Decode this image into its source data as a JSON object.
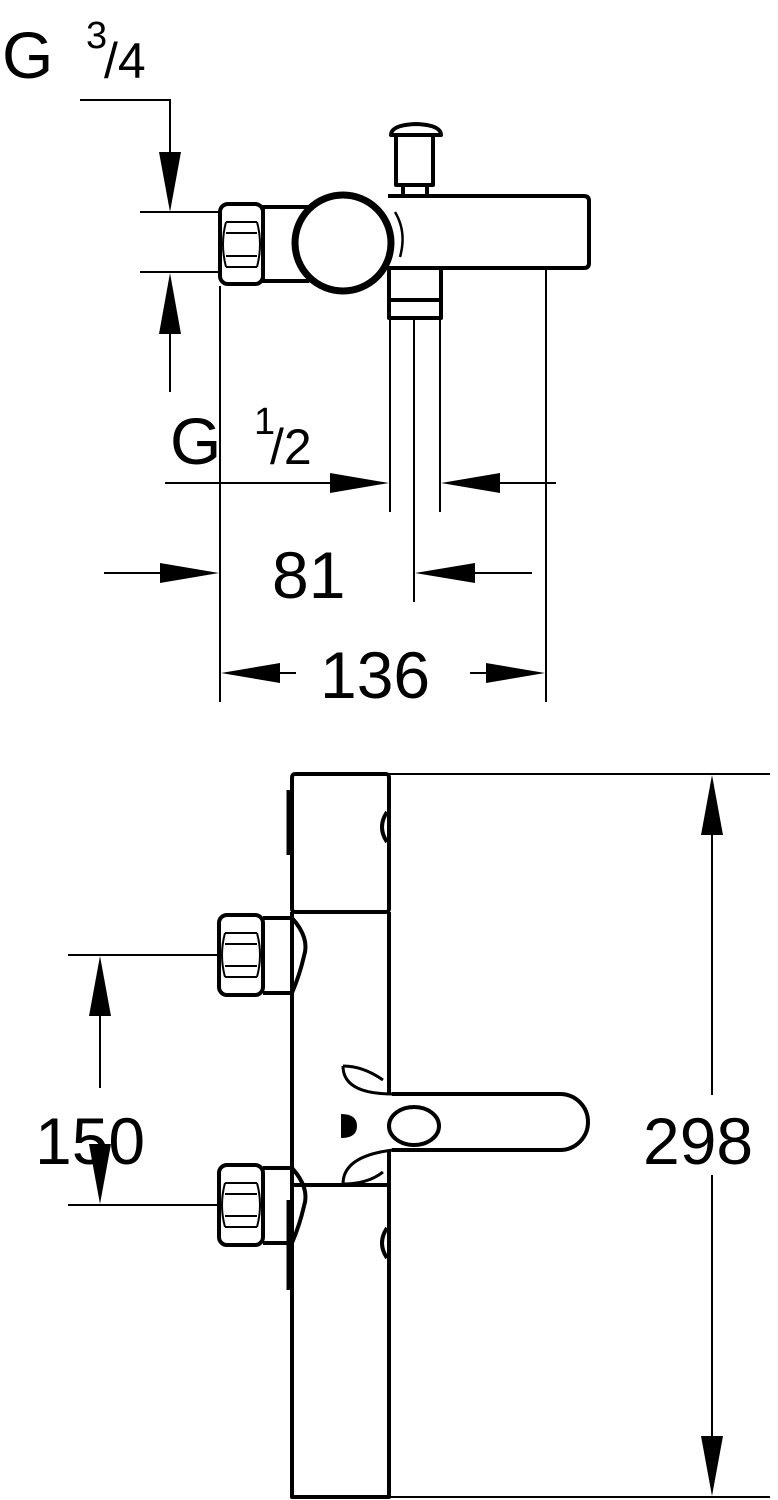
{
  "drawing": {
    "side_view": {
      "inlet_thread": {
        "prefix": "G",
        "num": "3",
        "den": "/4"
      },
      "outlet_thread": {
        "prefix": "G",
        "num": "1",
        "den": "/2"
      },
      "dim_outlet": "81",
      "dim_depth": "136"
    },
    "front_view": {
      "dim_inlet_spacing": "150",
      "dim_height": "298"
    },
    "line_color": "#000000",
    "background": "#ffffff"
  }
}
